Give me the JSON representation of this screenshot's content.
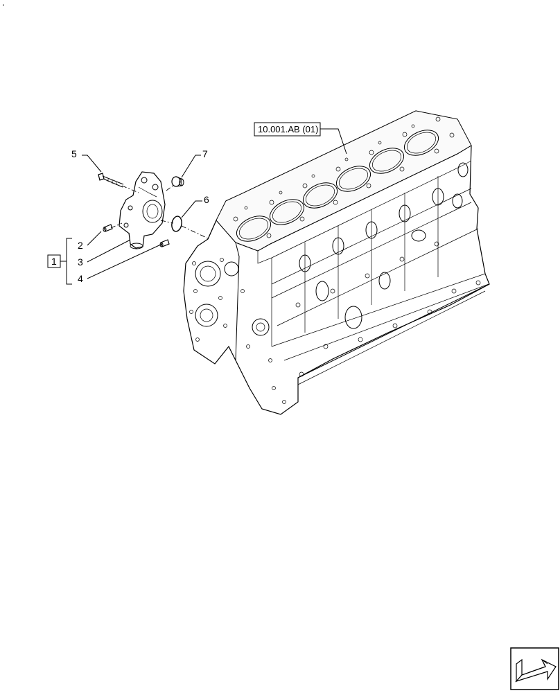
{
  "corner_mark": ".",
  "reference": {
    "label": "10.001.AB (01)"
  },
  "callouts": {
    "group": "1",
    "item2": "2",
    "item3": "3",
    "item4": "4",
    "item5": "5",
    "item6": "6",
    "item7": "7"
  },
  "icons": {
    "nav": "arrow-navigation-icon"
  }
}
